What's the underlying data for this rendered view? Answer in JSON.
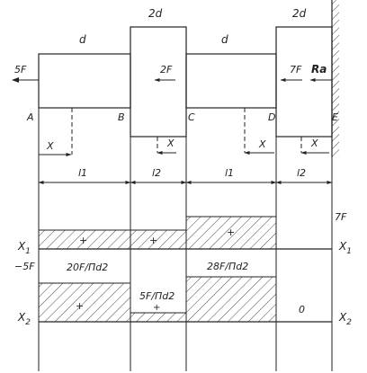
{
  "labels": {
    "dim_top_1": "d",
    "dim_top_2": "2d",
    "dim_top_3": "d",
    "dim_top_4": "2d",
    "force_5f": "5F",
    "force_2f": "2F",
    "force_7f": "7F",
    "reaction": "Ra",
    "sec_a": "A",
    "sec_b": "B",
    "sec_c": "C",
    "sec_d": "D",
    "sec_e": "E",
    "x_1": "X",
    "x_2": "X",
    "x_3": "X",
    "x_4": "X",
    "len_1": "l1",
    "len_2": "l2",
    "len_3": "l1",
    "len_4": "l2",
    "n_value_7f": "7F",
    "axis_x1_left": "X",
    "axis_x1_left_sub": "1",
    "axis_x1_right": "X",
    "axis_x1_right_sub": "1",
    "n_value_m5f": "−5F",
    "stress_1": "20F/Пd2",
    "stress_2": "28F/Пd2",
    "stress_3": "5F/Пd2",
    "stress_zero": "0",
    "axis_x2_left": "X",
    "axis_x2_left_sub": "2",
    "axis_x2_right": "X",
    "axis_x2_right_sub": "2",
    "plus_1": "+",
    "plus_2": "+",
    "plus_3": "+",
    "plus_4": "+",
    "plus_5": "+"
  }
}
